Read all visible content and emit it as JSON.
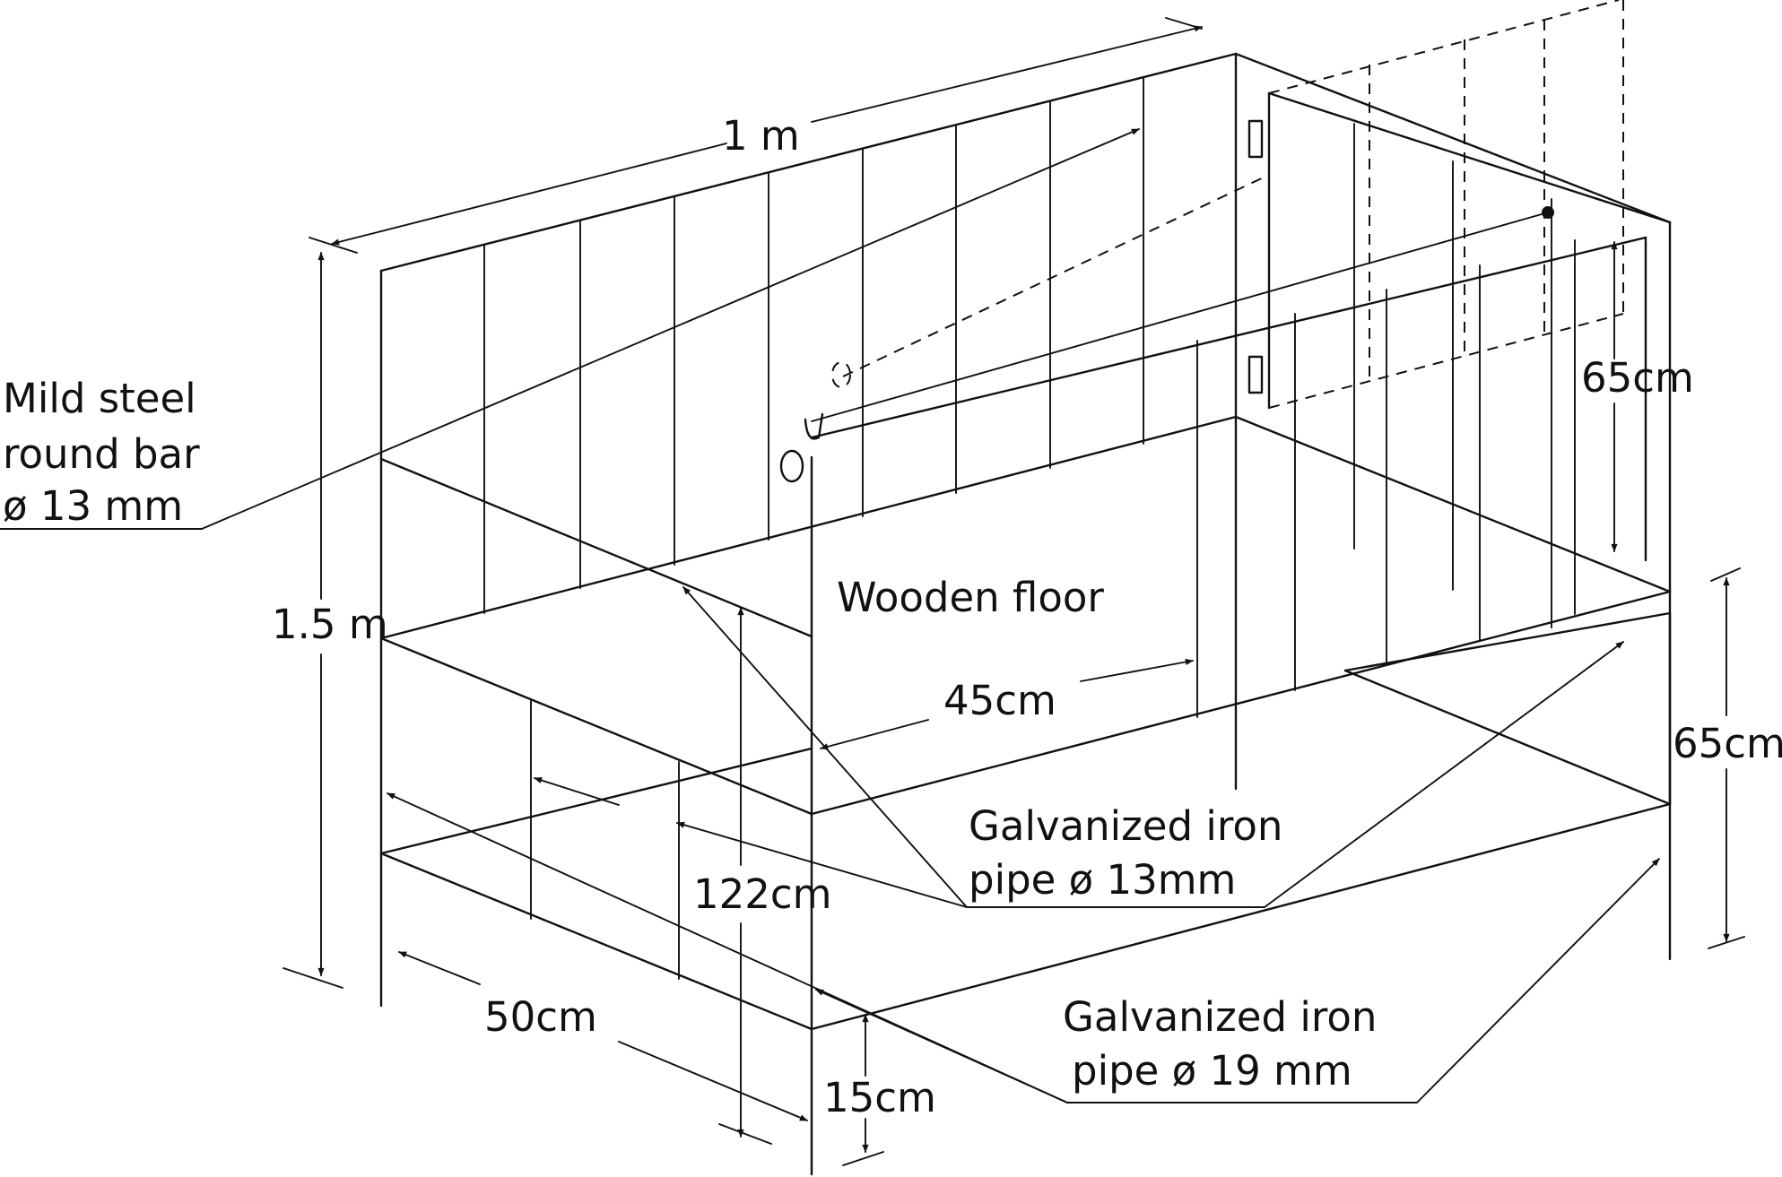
{
  "labels": {
    "length_top": "1 m",
    "height_total": "1.5 m",
    "door_height": "65cm",
    "side_height": "65cm",
    "floor_height": "122cm",
    "floor_width": "45cm",
    "base_depth": "50cm",
    "leg_height": "15cm",
    "floor_label": "Wooden floor",
    "bar_line1": "Mild steel",
    "bar_line2": "round bar",
    "bar_line3": "ø 13 mm",
    "pipe13_line1": "Galvanized iron",
    "pipe13_line2": "pipe ø 13mm",
    "pipe19_line1": "Galvanized iron",
    "pipe19_line2": "pipe ø 19 mm"
  },
  "colors": {
    "ink": "#111111",
    "paper": "#ffffff"
  }
}
